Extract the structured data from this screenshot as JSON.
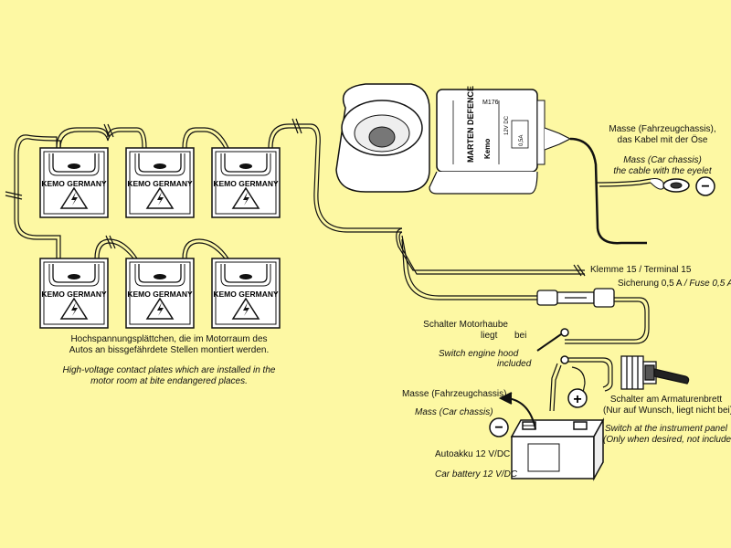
{
  "plates": {
    "brand": "KEMO GERMANY",
    "caption_de_1": "Hochspannungsplättchen, die im Motorraum des",
    "caption_de_2": "Autos an bissgefährdete Stellen montiert werden.",
    "caption_en_1": "High-voltage contact plates which are installed in the",
    "caption_en_2": "motor room at bite endangered places."
  },
  "device": {
    "name": "MARTEN DEFENCE",
    "brand": "Kemo",
    "code": "M176",
    "voltage": "12V DC",
    "fuse": "0,5A"
  },
  "labels": {
    "ground_de_1": "Masse (Fahrzeugchassis),",
    "ground_de_2": "das Kabel mit der Öse",
    "ground_en_1": "Mass (Car chassis)",
    "ground_en_2": "the cable with the eyelet",
    "terminal": "Klemme 15  / Terminal 15",
    "fuse_de": "Sicherung 0,5 A",
    "fuse_en": "/ Fuse 0,5 A",
    "hood_de_1": "Schalter Motorhaube",
    "hood_de_2": "liegt",
    "hood_de_3": "bei",
    "hood_en_1": "Switch engine hood",
    "hood_en_2": "included",
    "mass_de": "Masse (Fahrzeugchassis)",
    "mass_en": "Mass (Car chassis)",
    "battery_de": "Autoakku 12 V/DC",
    "battery_en": "Car battery 12 V/DC",
    "panel_de_1": "Schalter am Armaturenbrett",
    "panel_de_2": "(Nur auf Wunsch, liegt nicht bei)",
    "panel_en_1": "Switch at the instrument panel",
    "panel_en_2": "(Only when desired, not included)"
  },
  "symbols": {
    "minus": "−",
    "plus": "+"
  },
  "colors": {
    "background": "#fdf8a3",
    "line": "#111111",
    "fill": "#ffffff"
  }
}
